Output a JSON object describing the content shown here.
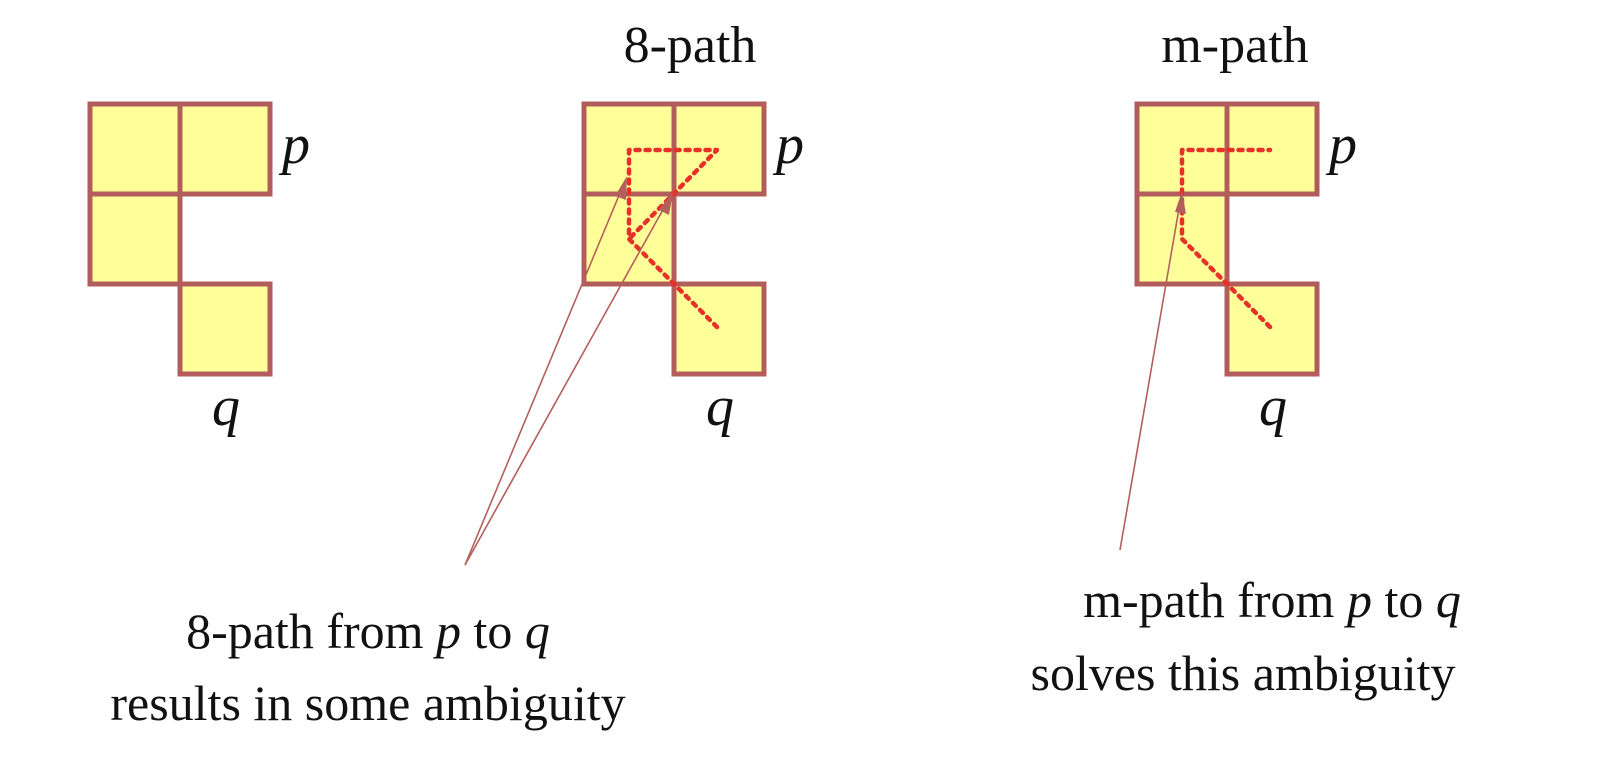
{
  "panels": [
    {
      "id": "plain",
      "title": "",
      "p_label": "p",
      "q_label": "q"
    },
    {
      "id": "eight",
      "title": "8-path",
      "p_label": "p",
      "q_label": "q"
    },
    {
      "id": "m",
      "title": "m-path",
      "p_label": "p",
      "q_label": "q"
    }
  ],
  "captions": {
    "eight": {
      "line1_pre": "8-path from ",
      "line1_p": "p",
      "line1_mid": " to ",
      "line1_q": "q",
      "line2": "results in some ambiguity"
    },
    "m": {
      "line1_pre": "m-path from ",
      "line1_p": "p",
      "line1_mid": " to ",
      "line1_q": "q",
      "line2": "solves this ambiguity"
    }
  },
  "colors": {
    "cell_fill": "#ffff99",
    "cell_border": "#b35c5c",
    "path": "#e8302a",
    "pointer": "#b3605c"
  }
}
